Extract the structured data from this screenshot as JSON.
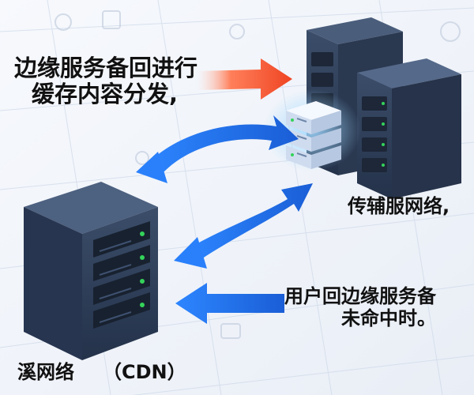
{
  "labels": {
    "edge_caching_line1": "边缘服务备回进行",
    "edge_caching_line2": "缓存内容分发,",
    "origin_network": "传辅服网络,",
    "user_miss_line1": "用户回边缘服务备",
    "user_miss_line2": "未命中时。",
    "cdn_main": "溪网络",
    "cdn_paren": "（CDN）"
  },
  "colors": {
    "server_body": "#2f3f57",
    "server_dark": "#1f2a3c",
    "led_green": "#34d35a",
    "arrow_blue": "#1f6fe0",
    "arrow_orange": "#f0522a",
    "small_server": "#dfe8f5"
  }
}
